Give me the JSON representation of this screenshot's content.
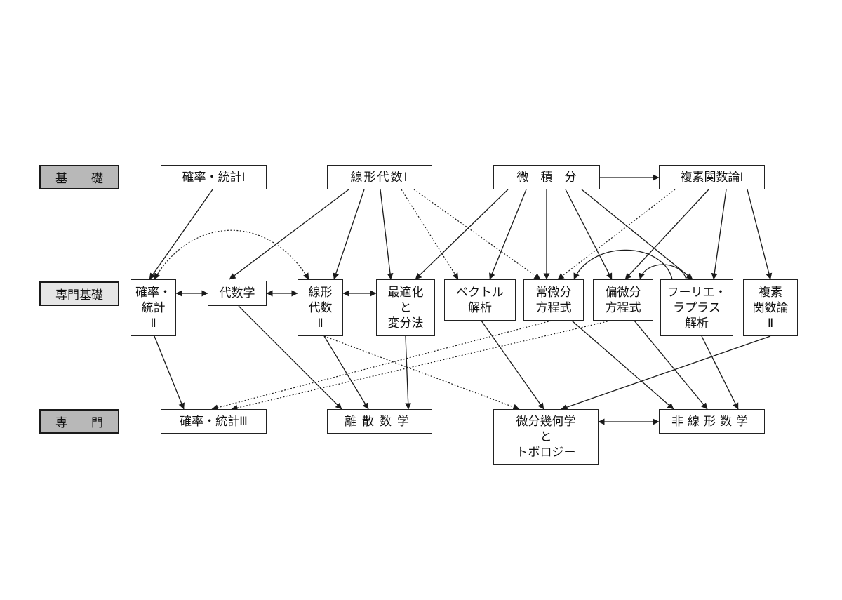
{
  "levels": {
    "basic": "基　　礎",
    "professional_basic": "専門基礎",
    "professional": "専　　門"
  },
  "nodes": {
    "prob1": "確率・統計Ⅰ",
    "linalg1": "線形代数Ⅰ",
    "calculus": "微　積　分",
    "complex1": "複素関数論Ⅰ",
    "prob2": "確率・\n統計\nⅡ",
    "algebra": "代数学",
    "linalg2": "線形\n代数\nⅡ",
    "optimization": "最適化\nと\n変分法",
    "vector": "ベクトル\n解析",
    "ode": "常微分\n方程式",
    "pde": "偏微分\n方程式",
    "fourier": "フーリエ・\nラプラス\n解析",
    "complex2": "複素\n関数論\nⅡ",
    "prob3": "確率・統計Ⅲ",
    "discrete": "離散数学",
    "geometry": "微分幾何学\nと\nトポロジー",
    "nonlinear": "非線形数学"
  },
  "colors": {
    "basic_fill": "#b8b8b8",
    "professional_basic_fill": "#e6e6e6",
    "professional_fill": "#b8b8b8",
    "line": "#1a1a1a"
  }
}
